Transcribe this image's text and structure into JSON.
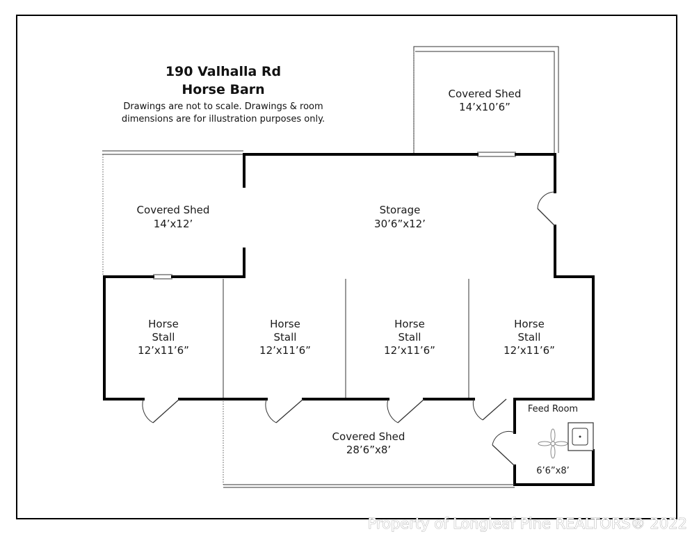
{
  "header": {
    "address": "190 Valhalla Rd",
    "building": "Horse Barn",
    "note_line1": "Drawings are not to scale. Drawings & room",
    "note_line2": "dimensions are for illustration purposes only."
  },
  "rooms": {
    "shed_top": {
      "name": "Covered Shed",
      "dims": "14’x10’6”"
    },
    "shed_left": {
      "name": "Covered Shed",
      "dims": "14’x12’"
    },
    "storage": {
      "name": "Storage",
      "dims": "30’6”x12’"
    },
    "stall_1": {
      "name_line1": "Horse",
      "name_line2": "Stall",
      "dims": "12’x11’6”"
    },
    "stall_2": {
      "name_line1": "Horse",
      "name_line2": "Stall",
      "dims": "12’x11’6”"
    },
    "stall_3": {
      "name_line1": "Horse",
      "name_line2": "Stall",
      "dims": "12’x11’6”"
    },
    "stall_4": {
      "name_line1": "Horse",
      "name_line2": "Stall",
      "dims": "12’x11’6”"
    },
    "feed_room": {
      "name": "Feed Room",
      "dims": "6’6”x8’"
    },
    "shed_bottom": {
      "name": "Covered Shed",
      "dims": "28’6”x8’"
    }
  },
  "icons": [
    "door-swing-icon",
    "sink-icon",
    "ceiling-fan-icon"
  ],
  "watermark": "Property of Longleaf Pine REALTORS® 2022"
}
